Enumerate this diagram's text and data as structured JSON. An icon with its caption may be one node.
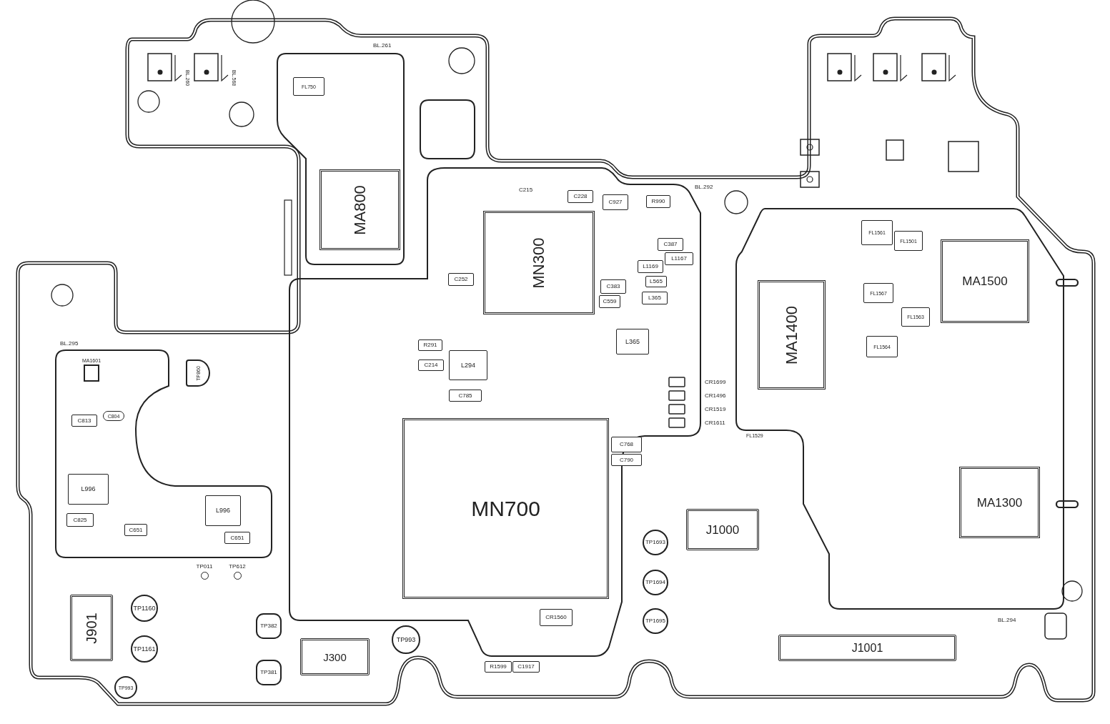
{
  "diagram": {
    "nodes": [
      {
        "text": [
          "MA800"
        ]
      },
      {
        "text": [
          "MN300"
        ]
      },
      {
        "text": [
          "MN700"
        ]
      },
      {
        "text": [
          "MA1400"
        ]
      },
      {
        "text": [
          "MA1500"
        ]
      },
      {
        "text": [
          "MA1300"
        ]
      },
      {
        "text": [
          "J1000"
        ]
      },
      {
        "text": [
          "J1001"
        ]
      },
      {
        "text": [
          "J300"
        ]
      },
      {
        "text": [
          "J901"
        ]
      },
      {
        "text": [
          "TP1160"
        ]
      },
      {
        "text": [
          "TP1161"
        ]
      },
      {
        "text": [
          "TP993"
        ]
      },
      {
        "text": [
          "TP382"
        ]
      },
      {
        "text": [
          "TP381"
        ]
      },
      {
        "text": [
          "TP993"
        ]
      },
      {
        "text": [
          "TP1693"
        ]
      },
      {
        "text": [
          "TP1694"
        ]
      },
      {
        "text": [
          "TP1695"
        ]
      },
      {
        "text": [
          "TP011"
        ]
      },
      {
        "text": [
          "TP612"
        ]
      },
      {
        "text": [
          "TP860"
        ]
      },
      {
        "text": [
          "MA1601"
        ]
      },
      {
        "text": [
          "L996"
        ]
      },
      {
        "text": [
          "L996"
        ]
      },
      {
        "text": [
          "C813"
        ]
      },
      {
        "text": [
          "C825"
        ]
      },
      {
        "text": [
          "C651"
        ]
      },
      {
        "text": [
          "C651"
        ]
      },
      {
        "text": [
          "C804"
        ]
      },
      {
        "text": [
          "L294"
        ]
      },
      {
        "text": [
          "C214"
        ]
      },
      {
        "text": [
          "C785"
        ]
      },
      {
        "text": [
          "R291"
        ]
      },
      {
        "text": [
          "L365"
        ]
      },
      {
        "text": [
          "C768"
        ]
      },
      {
        "text": [
          "C790"
        ]
      },
      {
        "text": [
          "C383"
        ]
      },
      {
        "text": [
          "C559"
        ]
      },
      {
        "text": [
          "C387"
        ]
      },
      {
        "text": [
          "L1167"
        ]
      },
      {
        "text": [
          "L1169"
        ]
      },
      {
        "text": [
          "L565"
        ]
      },
      {
        "text": [
          "L365"
        ]
      },
      {
        "text": [
          "R990"
        ]
      },
      {
        "text": [
          "C927"
        ]
      },
      {
        "text": [
          "C228"
        ]
      },
      {
        "text": [
          "C252"
        ]
      },
      {
        "text": [
          "FL1561"
        ]
      },
      {
        "text": [
          "FL1501"
        ]
      },
      {
        "text": [
          "FL1567"
        ]
      },
      {
        "text": [
          "FL1563"
        ]
      },
      {
        "text": [
          "FL1564"
        ]
      },
      {
        "text": [
          "CR1560"
        ]
      },
      {
        "text": [
          "R1599"
        ]
      },
      {
        "text": [
          "C1917"
        ]
      },
      {
        "text": [
          "FL750"
        ]
      }
    ],
    "labels": [
      "BL.261",
      "BL.260",
      "BL.568",
      "BL.292",
      "BL.295",
      "BL.294",
      "C215",
      "CR1699",
      "CR1496",
      "CR1519",
      "CR1611",
      "FL1529"
    ]
  }
}
